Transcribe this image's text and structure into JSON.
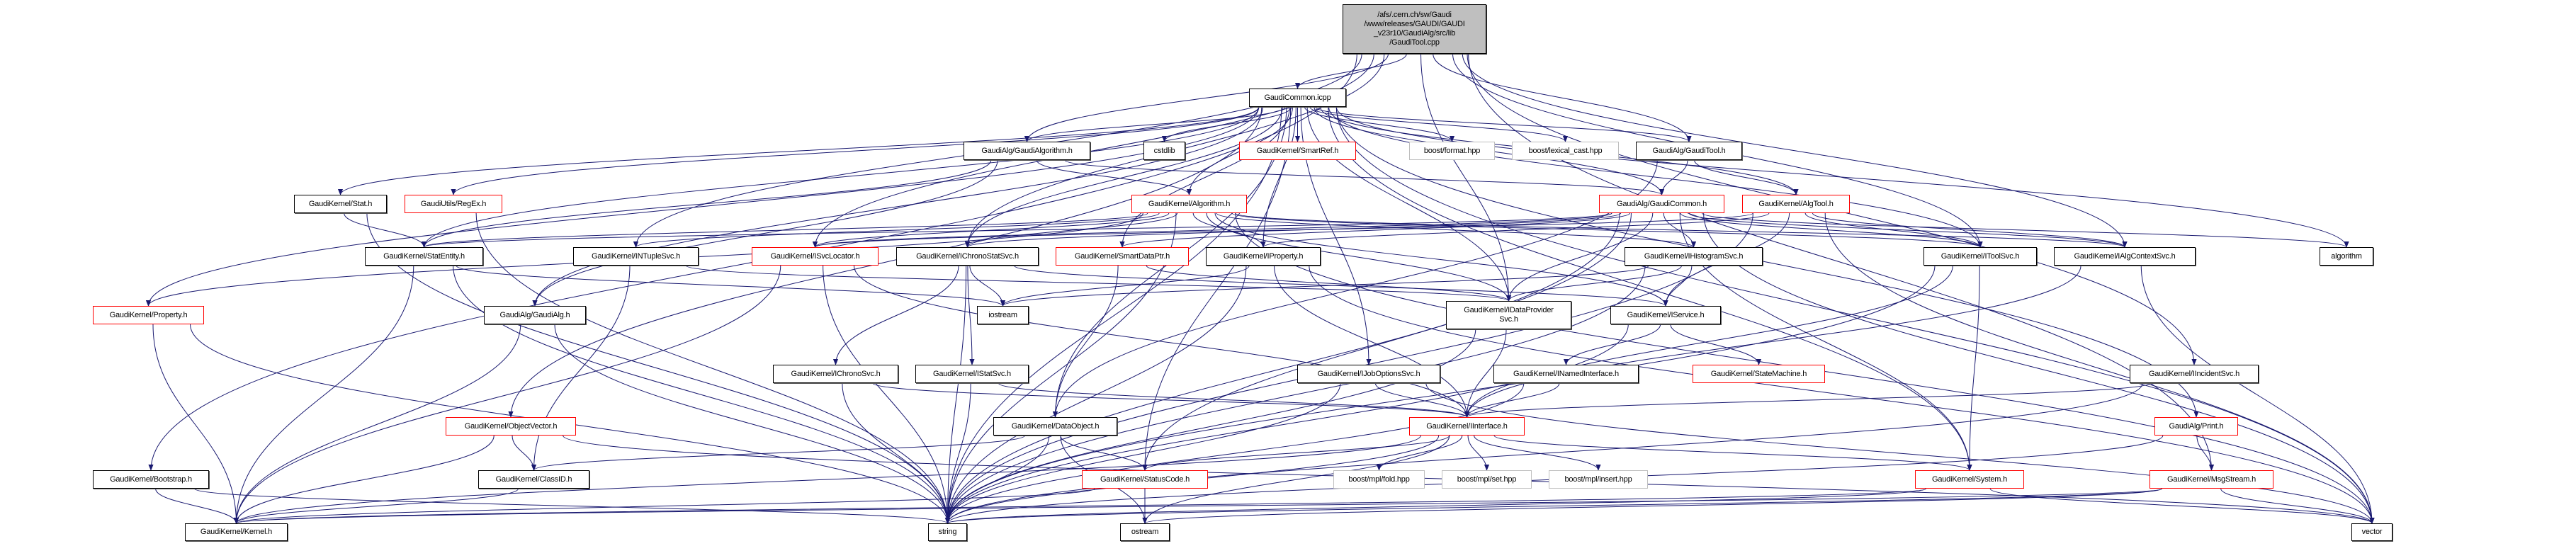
{
  "colors": {
    "edge": "#191970",
    "incomplete_border": "#ff0000",
    "external_border": "#bfbfbf",
    "main_fill": "#bfbfbf"
  },
  "nodes": [
    {
      "id": "main",
      "label": "/afs/.cern.ch/sw/Gaudi\n/www/releases/GAUDI/GAUDI\n_v23r10/GaudiAlg/src/lib\n/GaudiTool.cpp",
      "style": "main"
    },
    {
      "id": "icpp",
      "label": "GaudiCommon.icpp",
      "style": "normal"
    },
    {
      "id": "gaudialgorithm",
      "label": "GaudiAlg/GaudiAlgorithm.h",
      "style": "normal"
    },
    {
      "id": "cstdlib",
      "label": "cstdlib",
      "style": "normal"
    },
    {
      "id": "smartref",
      "label": "GaudiKernel/SmartRef.h",
      "style": "red"
    },
    {
      "id": "bformat",
      "label": "boost/format.hpp",
      "style": "ext"
    },
    {
      "id": "blexical",
      "label": "boost/lexical_cast.hpp",
      "style": "ext"
    },
    {
      "id": "gauditool",
      "label": "GaudiAlg/GaudiTool.h",
      "style": "normal"
    },
    {
      "id": "stat",
      "label": "GaudiKernel/Stat.h",
      "style": "normal"
    },
    {
      "id": "regex",
      "label": "GaudiUtils/RegEx.h",
      "style": "red"
    },
    {
      "id": "algorithm_h",
      "label": "GaudiKernel/Algorithm.h",
      "style": "red"
    },
    {
      "id": "gaudicommon",
      "label": "GaudiAlg/GaudiCommon.h",
      "style": "red"
    },
    {
      "id": "algtool",
      "label": "GaudiKernel/AlgTool.h",
      "style": "red"
    },
    {
      "id": "statentity",
      "label": "GaudiKernel/StatEntity.h",
      "style": "normal"
    },
    {
      "id": "ntuplesvc",
      "label": "GaudiKernel/INTupleSvc.h",
      "style": "normal"
    },
    {
      "id": "svclocator",
      "label": "GaudiKernel/ISvcLocator.h",
      "style": "red"
    },
    {
      "id": "chronostatsvc",
      "label": "GaudiKernel/IChronoStatSvc.h",
      "style": "normal"
    },
    {
      "id": "smartdataptr",
      "label": "GaudiKernel/SmartDataPtr.h",
      "style": "red"
    },
    {
      "id": "iproperty",
      "label": "GaudiKernel/IProperty.h",
      "style": "normal"
    },
    {
      "id": "histogramsvc",
      "label": "GaudiKernel/IHistogramSvc.h",
      "style": "normal"
    },
    {
      "id": "toolsvc",
      "label": "GaudiKernel/IToolSvc.h",
      "style": "normal"
    },
    {
      "id": "algcontextsvc",
      "label": "GaudiKernel/IAlgContextSvc.h",
      "style": "normal"
    },
    {
      "id": "algorithm",
      "label": "algorithm",
      "style": "normal"
    },
    {
      "id": "property",
      "label": "GaudiKernel/Property.h",
      "style": "red"
    },
    {
      "id": "gaudialg",
      "label": "GaudiAlg/GaudiAlg.h",
      "style": "normal"
    },
    {
      "id": "iostream",
      "label": "iostream",
      "style": "normal"
    },
    {
      "id": "dataprovider",
      "label": "GaudiKernel/IDataProvider\nSvc.h",
      "style": "normal"
    },
    {
      "id": "iservice",
      "label": "GaudiKernel/IService.h",
      "style": "normal"
    },
    {
      "id": "chronosvc",
      "label": "GaudiKernel/IChronoSvc.h",
      "style": "normal"
    },
    {
      "id": "statsvc",
      "label": "GaudiKernel/IStatSvc.h",
      "style": "normal"
    },
    {
      "id": "joboptions",
      "label": "GaudiKernel/IJobOptionsSvc.h",
      "style": "normal"
    },
    {
      "id": "namedinterface",
      "label": "GaudiKernel/INamedInterface.h",
      "style": "normal"
    },
    {
      "id": "statemachine",
      "label": "GaudiKernel/StateMachine.h",
      "style": "red"
    },
    {
      "id": "incidentsvc",
      "label": "GaudiKernel/IIncidentSvc.h",
      "style": "normal"
    },
    {
      "id": "objectvector",
      "label": "GaudiKernel/ObjectVector.h",
      "style": "red"
    },
    {
      "id": "dataobject",
      "label": "GaudiKernel/DataObject.h",
      "style": "normal"
    },
    {
      "id": "iinterface",
      "label": "GaudiKernel/IInterface.h",
      "style": "red"
    },
    {
      "id": "print",
      "label": "GaudiAlg/Print.h",
      "style": "red"
    },
    {
      "id": "bootstrap",
      "label": "GaudiKernel/Bootstrap.h",
      "style": "normal"
    },
    {
      "id": "classid",
      "label": "GaudiKernel/ClassID.h",
      "style": "normal"
    },
    {
      "id": "statuscode",
      "label": "GaudiKernel/StatusCode.h",
      "style": "red"
    },
    {
      "id": "bfold",
      "label": "boost/mpl/fold.hpp",
      "style": "ext"
    },
    {
      "id": "bset",
      "label": "boost/mpl/set.hpp",
      "style": "ext"
    },
    {
      "id": "binsert",
      "label": "boost/mpl/insert.hpp",
      "style": "ext"
    },
    {
      "id": "system",
      "label": "GaudiKernel/System.h",
      "style": "red"
    },
    {
      "id": "msgstream",
      "label": "GaudiKernel/MsgStream.h",
      "style": "red"
    },
    {
      "id": "kernel",
      "label": "GaudiKernel/Kernel.h",
      "style": "normal"
    },
    {
      "id": "string",
      "label": "string",
      "style": "normal"
    },
    {
      "id": "ostream",
      "label": "ostream",
      "style": "normal"
    },
    {
      "id": "vector",
      "label": "vector",
      "style": "normal"
    }
  ],
  "edges": [
    [
      "main",
      "icpp"
    ],
    [
      "main",
      "gaudialgorithm"
    ],
    [
      "main",
      "gauditool"
    ],
    [
      "main",
      "bootstrap"
    ],
    [
      "main",
      "ntuplesvc"
    ],
    [
      "main",
      "svclocator"
    ],
    [
      "main",
      "chronostatsvc"
    ],
    [
      "main",
      "toolsvc"
    ],
    [
      "main",
      "algcontextsvc"
    ],
    [
      "main",
      "incidentsvc"
    ],
    [
      "main",
      "msgstream"
    ],
    [
      "main",
      "dataprovider"
    ],
    [
      "icpp",
      "stat"
    ],
    [
      "icpp",
      "regex"
    ],
    [
      "icpp",
      "property"
    ],
    [
      "icpp",
      "gaudialgorithm"
    ],
    [
      "icpp",
      "cstdlib"
    ],
    [
      "icpp",
      "smartref"
    ],
    [
      "icpp",
      "bformat"
    ],
    [
      "icpp",
      "blexical"
    ],
    [
      "icpp",
      "gauditool"
    ],
    [
      "icpp",
      "gaudicommon"
    ],
    [
      "icpp",
      "algtool"
    ],
    [
      "icpp",
      "algorithm_h"
    ],
    [
      "icpp",
      "chronostatsvc"
    ],
    [
      "icpp",
      "smartdataptr"
    ],
    [
      "icpp",
      "iproperty"
    ],
    [
      "icpp",
      "objectvector"
    ],
    [
      "icpp",
      "gaudialg"
    ],
    [
      "icpp",
      "statentity"
    ],
    [
      "icpp",
      "joboptions"
    ],
    [
      "icpp",
      "dataprovider"
    ],
    [
      "icpp",
      "toolsvc"
    ],
    [
      "icpp",
      "algorithm"
    ],
    [
      "icpp",
      "system"
    ],
    [
      "icpp",
      "print"
    ],
    [
      "icpp",
      "vector"
    ],
    [
      "icpp",
      "string"
    ],
    [
      "icpp",
      "statuscode"
    ],
    [
      "icpp",
      "dataobject"
    ],
    [
      "gaudialgorithm",
      "algorithm_h"
    ],
    [
      "gaudialgorithm",
      "gaudicommon"
    ],
    [
      "gaudialgorithm",
      "gaudialg"
    ],
    [
      "gaudialgorithm",
      "statentity"
    ],
    [
      "gauditool",
      "gaudicommon"
    ],
    [
      "gauditool",
      "algtool"
    ],
    [
      "gauditool",
      "dataobject"
    ],
    [
      "stat",
      "statentity"
    ],
    [
      "stat",
      "string"
    ],
    [
      "regex",
      "string"
    ],
    [
      "algorithm_h",
      "property"
    ],
    [
      "algorithm_h",
      "statentity"
    ],
    [
      "algorithm_h",
      "ntuplesvc"
    ],
    [
      "algorithm_h",
      "svclocator"
    ],
    [
      "algorithm_h",
      "chronostatsvc"
    ],
    [
      "algorithm_h",
      "iproperty"
    ],
    [
      "algorithm_h",
      "iservice"
    ],
    [
      "algorithm_h",
      "dataprovider"
    ],
    [
      "algorithm_h",
      "histogramsvc"
    ],
    [
      "algorithm_h",
      "toolsvc"
    ],
    [
      "algorithm_h",
      "algcontextsvc"
    ],
    [
      "algorithm_h",
      "string"
    ],
    [
      "algorithm_h",
      "vector"
    ],
    [
      "gaudicommon",
      "svclocator"
    ],
    [
      "gaudicommon",
      "chronostatsvc"
    ],
    [
      "gaudicommon",
      "smartdataptr"
    ],
    [
      "gaudicommon",
      "dataprovider"
    ],
    [
      "gaudicommon",
      "toolsvc"
    ],
    [
      "gaudicommon",
      "algcontextsvc"
    ],
    [
      "gaudicommon",
      "histogramsvc"
    ],
    [
      "gaudicommon",
      "statuscode"
    ],
    [
      "gaudicommon",
      "system"
    ],
    [
      "gaudicommon",
      "algorithm"
    ],
    [
      "gaudicommon",
      "vector"
    ],
    [
      "gaudicommon",
      "string"
    ],
    [
      "gaudicommon",
      "statentity"
    ],
    [
      "algtool",
      "iservice"
    ],
    [
      "algtool",
      "toolsvc"
    ],
    [
      "algtool",
      "svclocator"
    ],
    [
      "algtool",
      "iproperty"
    ],
    [
      "algtool",
      "algcontextsvc"
    ],
    [
      "algtool",
      "vector"
    ],
    [
      "algtool",
      "string"
    ],
    [
      "statentity",
      "kernel"
    ],
    [
      "statentity",
      "string"
    ],
    [
      "statentity",
      "iostream"
    ],
    [
      "ntuplesvc",
      "classid"
    ],
    [
      "ntuplesvc",
      "dataprovider"
    ],
    [
      "svclocator",
      "kernel"
    ],
    [
      "svclocator",
      "string"
    ],
    [
      "svclocator",
      "iinterface"
    ],
    [
      "chronostatsvc",
      "chronosvc"
    ],
    [
      "chronostatsvc",
      "statsvc"
    ],
    [
      "chronostatsvc",
      "iostream"
    ],
    [
      "chronostatsvc",
      "iservice"
    ],
    [
      "chronostatsvc",
      "string"
    ],
    [
      "smartdataptr",
      "dataobject"
    ],
    [
      "smartdataptr",
      "dataprovider"
    ],
    [
      "iproperty",
      "iinterface"
    ],
    [
      "iproperty",
      "string"
    ],
    [
      "iproperty",
      "iostream"
    ],
    [
      "iproperty",
      "vector"
    ],
    [
      "histogramsvc",
      "dataprovider"
    ],
    [
      "histogramsvc",
      "iservice"
    ],
    [
      "histogramsvc",
      "iostream"
    ],
    [
      "histogramsvc",
      "string"
    ],
    [
      "toolsvc",
      "iinterface"
    ],
    [
      "toolsvc",
      "system"
    ],
    [
      "toolsvc",
      "string"
    ],
    [
      "algcontextsvc",
      "iinterface"
    ],
    [
      "algcontextsvc",
      "vector"
    ],
    [
      "property",
      "kernel"
    ],
    [
      "property",
      "string"
    ],
    [
      "gaudialg",
      "kernel"
    ],
    [
      "gaudialg",
      "string"
    ],
    [
      "dataprovider",
      "iinterface"
    ],
    [
      "dataprovider",
      "string"
    ],
    [
      "iservice",
      "namedinterface"
    ],
    [
      "iservice",
      "statemachine"
    ],
    [
      "iservice",
      "string"
    ],
    [
      "namedinterface",
      "iinterface"
    ],
    [
      "namedinterface",
      "string"
    ],
    [
      "chronosvc",
      "iinterface"
    ],
    [
      "chronosvc",
      "string"
    ],
    [
      "statsvc",
      "iinterface"
    ],
    [
      "statsvc",
      "string"
    ],
    [
      "joboptions",
      "iinterface"
    ],
    [
      "joboptions",
      "string"
    ],
    [
      "joboptions",
      "vector"
    ],
    [
      "incidentsvc",
      "iinterface"
    ],
    [
      "incidentsvc",
      "string"
    ],
    [
      "objectvector",
      "classid"
    ],
    [
      "objectvector",
      "kernel"
    ],
    [
      "objectvector",
      "vector"
    ],
    [
      "dataobject",
      "statuscode"
    ],
    [
      "dataobject",
      "string"
    ],
    [
      "dataobject",
      "ostream"
    ],
    [
      "dataobject",
      "classid"
    ],
    [
      "iinterface",
      "statuscode"
    ],
    [
      "iinterface",
      "kernel"
    ],
    [
      "iinterface",
      "bfold"
    ],
    [
      "iinterface",
      "bset"
    ],
    [
      "iinterface",
      "binsert"
    ],
    [
      "iinterface",
      "system"
    ],
    [
      "iinterface",
      "string"
    ],
    [
      "iinterface",
      "ostream"
    ],
    [
      "print",
      "msgstream"
    ],
    [
      "print",
      "string"
    ],
    [
      "bootstrap",
      "kernel"
    ],
    [
      "bootstrap",
      "string"
    ],
    [
      "classid",
      "kernel"
    ],
    [
      "statuscode",
      "ostream"
    ],
    [
      "statuscode",
      "kernel"
    ],
    [
      "system",
      "kernel"
    ],
    [
      "system",
      "string"
    ],
    [
      "system",
      "vector"
    ],
    [
      "msgstream",
      "string"
    ],
    [
      "msgstream",
      "vector"
    ],
    [
      "msgstream",
      "kernel"
    ],
    [
      "msgstream",
      "ostream"
    ]
  ]
}
